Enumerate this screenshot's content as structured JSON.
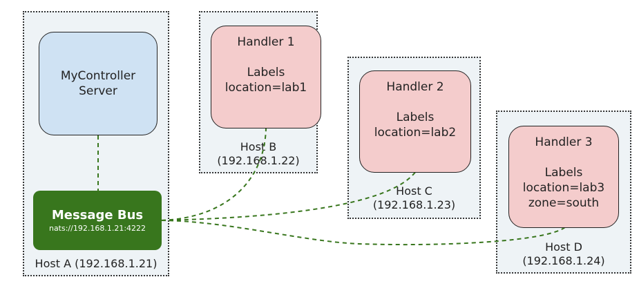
{
  "hosts": {
    "a": {
      "label": "Host A (192.168.1.21)"
    },
    "b": {
      "label_name": "Host B",
      "label_ip": "(192.168.1.22)"
    },
    "c": {
      "label_name": "Host C",
      "label_ip": "(192.168.1.23)"
    },
    "d": {
      "label_name": "Host D",
      "label_ip": "(192.168.1.24)"
    }
  },
  "server": {
    "line1": "MyController",
    "line2": "Server"
  },
  "message_bus": {
    "title": "Message Bus",
    "url": "nats://192.168.1.21:4222"
  },
  "handlers": [
    {
      "name": "Handler 1",
      "labels_heading": "Labels",
      "labels": [
        "location=lab1"
      ]
    },
    {
      "name": "Handler 2",
      "labels_heading": "Labels",
      "labels": [
        "location=lab2"
      ]
    },
    {
      "name": "Handler 3",
      "labels_heading": "Labels",
      "labels": [
        "location=lab3",
        "zone=south"
      ]
    }
  ],
  "colors": {
    "host_background": "#eef3f6",
    "server_fill": "#cfe2f3",
    "handler_fill": "#f4cccc",
    "bus_fill": "#38761d",
    "link_stroke": "#38761d"
  }
}
